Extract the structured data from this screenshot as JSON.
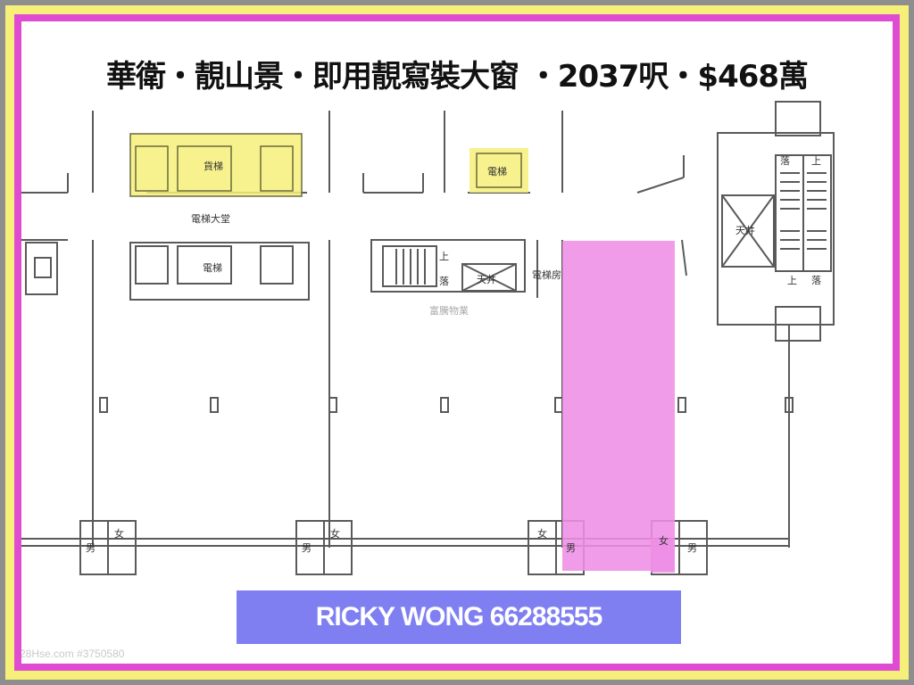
{
  "listing": {
    "title": "華衛・靚山景・即用靚寫裝大窗 ・2037呎・$468萬",
    "contact": "RICKY WONG 66288555",
    "watermark": "28Hse.com #3750580"
  },
  "floorplan": {
    "labels": {
      "cargo_lift": "貨梯",
      "lift_small": "電梯",
      "lift_lobby": "電梯大堂",
      "lift_main": "電梯",
      "lightwell_center": "天井",
      "lightwell_right": "天井",
      "lift_room": "電梯房",
      "agency": "富騰物業",
      "up_1": "上",
      "down_1": "落",
      "up_2": "上",
      "down_2": "落",
      "up_3": "上",
      "down_3": "落",
      "female_1": "女",
      "male_1": "男",
      "female_2": "女",
      "male_2": "男",
      "female_3": "女",
      "male_3": "男",
      "female_4": "女",
      "male_4": "男"
    },
    "colors": {
      "highlight_unit": "#ee8ee6",
      "lift_highlight": "#f6f07a",
      "line": "#5a5a5a"
    }
  }
}
